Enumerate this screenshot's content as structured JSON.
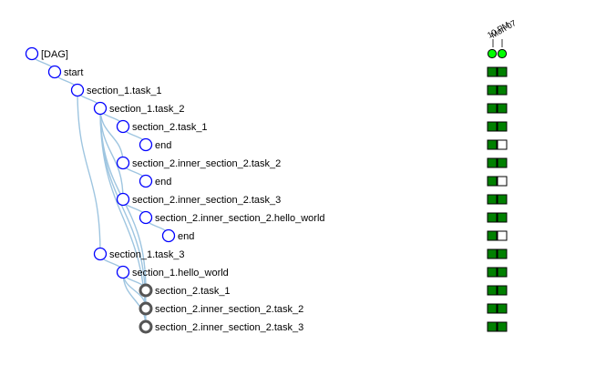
{
  "colors": {
    "node_stroke": "#0000ff",
    "node_fill": "#ffffff",
    "mapped_stroke": "#555555",
    "link": "#9ec5e0",
    "success": "#008000",
    "run_success": "#00ff00",
    "box_border": "#000000",
    "empty": "#ffffff"
  },
  "header": {
    "run_labels": [
      "10 PM",
      "Mon 07"
    ],
    "dag_runs": [
      {
        "state": "success"
      },
      {
        "state": "success"
      }
    ]
  },
  "tasks": [
    {
      "label": "[DAG]",
      "depth": 0,
      "node": "normal",
      "states": null
    },
    {
      "label": "start",
      "depth": 1,
      "node": "normal",
      "states": [
        "success",
        "success"
      ]
    },
    {
      "label": "section_1.task_1",
      "depth": 2,
      "node": "normal",
      "states": [
        "success",
        "success"
      ]
    },
    {
      "label": "section_1.task_2",
      "depth": 3,
      "node": "normal",
      "states": [
        "success",
        "success"
      ]
    },
    {
      "label": "section_2.task_1",
      "depth": 4,
      "node": "normal",
      "states": [
        "success",
        "success"
      ]
    },
    {
      "label": "end",
      "depth": 5,
      "node": "normal",
      "states": [
        "success",
        "none"
      ]
    },
    {
      "label": "section_2.inner_section_2.task_2",
      "depth": 4,
      "node": "normal",
      "states": [
        "success",
        "success"
      ]
    },
    {
      "label": "end",
      "depth": 5,
      "node": "normal",
      "states": [
        "success",
        "none"
      ]
    },
    {
      "label": "section_2.inner_section_2.task_3",
      "depth": 4,
      "node": "normal",
      "states": [
        "success",
        "success"
      ]
    },
    {
      "label": "section_2.inner_section_2.hello_world",
      "depth": 5,
      "node": "normal",
      "states": [
        "success",
        "success"
      ]
    },
    {
      "label": "end",
      "depth": 6,
      "node": "normal",
      "states": [
        "success",
        "none"
      ]
    },
    {
      "label": "section_1.task_3",
      "depth": 3,
      "node": "normal",
      "states": [
        "success",
        "success"
      ]
    },
    {
      "label": "section_1.hello_world",
      "depth": 4,
      "node": "normal",
      "states": [
        "success",
        "success"
      ]
    },
    {
      "label": "section_2.task_1",
      "depth": 5,
      "node": "mapped",
      "states": [
        "success",
        "success"
      ]
    },
    {
      "label": "section_2.inner_section_2.task_2",
      "depth": 5,
      "node": "mapped",
      "states": [
        "success",
        "success"
      ]
    },
    {
      "label": "section_2.inner_section_2.task_3",
      "depth": 5,
      "node": "mapped",
      "states": [
        "success",
        "success"
      ]
    }
  ],
  "links": [
    [
      0,
      1
    ],
    [
      1,
      2
    ],
    [
      2,
      3
    ],
    [
      3,
      4
    ],
    [
      4,
      5
    ],
    [
      3,
      6
    ],
    [
      6,
      7
    ],
    [
      3,
      8
    ],
    [
      8,
      9
    ],
    [
      9,
      10
    ],
    [
      2,
      11
    ],
    [
      11,
      12
    ],
    [
      12,
      13
    ],
    [
      12,
      14
    ],
    [
      12,
      15
    ],
    [
      3,
      13
    ],
    [
      3,
      14
    ],
    [
      3,
      15
    ]
  ]
}
